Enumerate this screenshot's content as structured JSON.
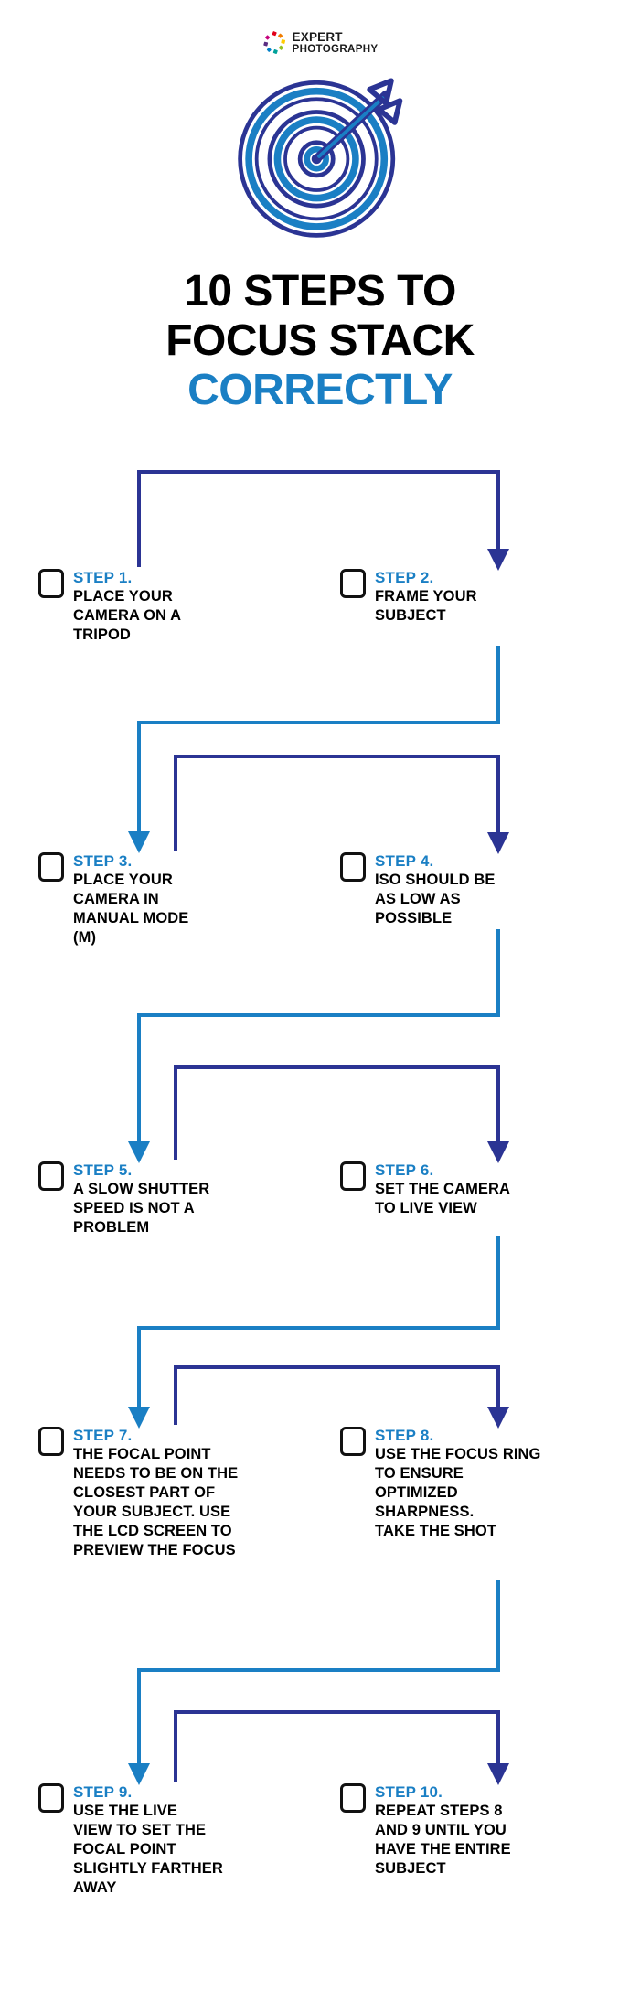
{
  "brand": {
    "line1": "EXPERT",
    "line2": "PHOTOGRAPHY",
    "mark_icon": "colorful-dot-ring-icon",
    "mark_colors": [
      "#e2001a",
      "#f07d00",
      "#ffcc00",
      "#95c11f",
      "#00a19a",
      "#0080c8",
      "#5a2d82",
      "#c5007c"
    ]
  },
  "hero": {
    "icon": "target-with-arrow-icon",
    "colors": {
      "light_blue": "#1a7fc4",
      "navy": "#2b3494"
    }
  },
  "title": {
    "line1": "10 STEPS TO",
    "line2": "FOCUS STACK",
    "line3": "CORRECTLY",
    "accent_color": "#1a7fc4",
    "base_color": "#000000"
  },
  "colors": {
    "light_blue": "#1a7fc4",
    "navy": "#2b3494",
    "black": "#000000",
    "white": "#ffffff"
  },
  "steps": [
    {
      "label": "STEP 1.",
      "text": "PLACE YOUR\nCAMERA ON A\nTRIPOD",
      "checkbox_checked": false
    },
    {
      "label": "STEP 2.",
      "text": "FRAME YOUR\nSUBJECT",
      "checkbox_checked": false
    },
    {
      "label": "STEP 3.",
      "text": "PLACE YOUR\nCAMERA IN\nMANUAL MODE\n(M)",
      "checkbox_checked": false
    },
    {
      "label": "STEP 4.",
      "text": "ISO SHOULD BE\nAS LOW AS\nPOSSIBLE",
      "checkbox_checked": false
    },
    {
      "label": "STEP 5.",
      "text": "A SLOW SHUTTER\nSPEED IS NOT A\nPROBLEM",
      "checkbox_checked": false
    },
    {
      "label": "STEP 6.",
      "text": "SET THE CAMERA\nTO LIVE VIEW",
      "checkbox_checked": false
    },
    {
      "label": "STEP 7.",
      "text": "THE FOCAL POINT\nNEEDS TO BE ON THE\nCLOSEST PART OF\nYOUR SUBJECT. USE\nTHE LCD SCREEN TO\nPREVIEW THE FOCUS",
      "checkbox_checked": false
    },
    {
      "label": "STEP 8.",
      "text": "USE THE FOCUS RING\nTO ENSURE\nOPTIMIZED\nSHARPNESS.\nTAKE THE SHOT",
      "checkbox_checked": false
    },
    {
      "label": "STEP 9.",
      "text": "USE THE LIVE\nVIEW TO SET THE\nFOCAL POINT\nSLIGHTLY FARTHER\nAWAY",
      "checkbox_checked": false
    },
    {
      "label": "STEP 10.",
      "text": "REPEAT STEPS 8\nAND 9 UNTIL YOU\nHAVE THE ENTIRE\nSUBJECT",
      "checkbox_checked": false
    }
  ],
  "connectors": [
    {
      "from": "STEP 1.",
      "to": "STEP 2.",
      "color": "#2b3494",
      "shape": "up-right-down-arrow"
    },
    {
      "from": "STEP 2.",
      "to": "STEP 3.",
      "color": "#1a7fc4",
      "shape": "down-left-down-arrow"
    },
    {
      "from": "STEP 3.",
      "to": "STEP 4.",
      "color": "#2b3494",
      "shape": "up-right-down-arrow"
    },
    {
      "from": "STEP 4.",
      "to": "STEP 5.",
      "color": "#1a7fc4",
      "shape": "down-left-down-arrow"
    },
    {
      "from": "STEP 5.",
      "to": "STEP 6.",
      "color": "#2b3494",
      "shape": "up-right-down-arrow"
    },
    {
      "from": "STEP 6.",
      "to": "STEP 7.",
      "color": "#1a7fc4",
      "shape": "down-left-down-arrow"
    },
    {
      "from": "STEP 7.",
      "to": "STEP 8.",
      "color": "#2b3494",
      "shape": "up-right-down-arrow"
    },
    {
      "from": "STEP 8.",
      "to": "STEP 9.",
      "color": "#1a7fc4",
      "shape": "down-left-down-arrow"
    },
    {
      "from": "STEP 9.",
      "to": "STEP 10.",
      "color": "#2b3494",
      "shape": "up-right-down-arrow"
    }
  ]
}
